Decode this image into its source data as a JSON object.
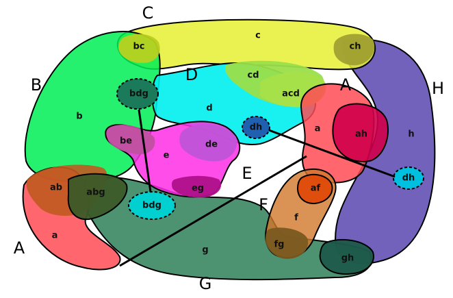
{
  "set_labels": {
    "A_left": "A",
    "A_right": "A",
    "B": "B",
    "C": "C",
    "D": "D",
    "E": "E",
    "F": "F",
    "G": "G",
    "H": "H"
  },
  "region_labels": {
    "c": "c",
    "bc": "bc",
    "ch": "ch",
    "b": "b",
    "bdg_top": "bdg",
    "cd": "cd",
    "acd": "acd",
    "d": "d",
    "dh_left": "dh",
    "a_right": "a",
    "ah": "ah",
    "h": "h",
    "be": "be",
    "de": "de",
    "e": "e",
    "ab": "ab",
    "abg": "abg",
    "eg": "eg",
    "bdg_bottom": "bdg",
    "af": "af",
    "dh_right": "dh",
    "f": "f",
    "a_left": "a",
    "g": "g",
    "fg": "fg",
    "gh": "gh"
  },
  "colors": {
    "A": "#ff4b55",
    "B": "#00ee55",
    "C": "#e6f032",
    "D": "#00f0f0",
    "E": "#ff2ee6",
    "F": "#d2502a",
    "G": "#2e8058",
    "H": "#5a46b0",
    "dh_spot": "#2060b0",
    "bdg_spot": "#1a8a5a"
  }
}
